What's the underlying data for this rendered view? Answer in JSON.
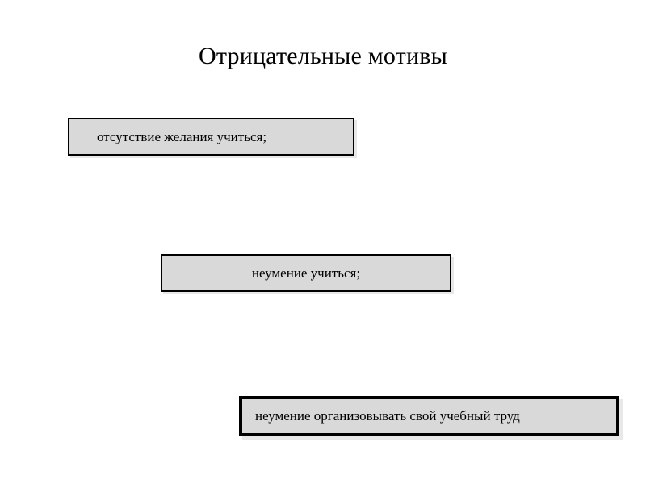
{
  "slide": {
    "title": "Отрицательные мотивы",
    "background_color": "#ffffff",
    "text_color": "#000000",
    "box_fill_color": "#D9D9D9",
    "box_border_color": "#000000",
    "boxes": [
      {
        "label": "отсутствие желания учиться;"
      },
      {
        "label": "неумение учиться;"
      },
      {
        "label": "неумение организовывать свой учебный труд"
      }
    ]
  }
}
